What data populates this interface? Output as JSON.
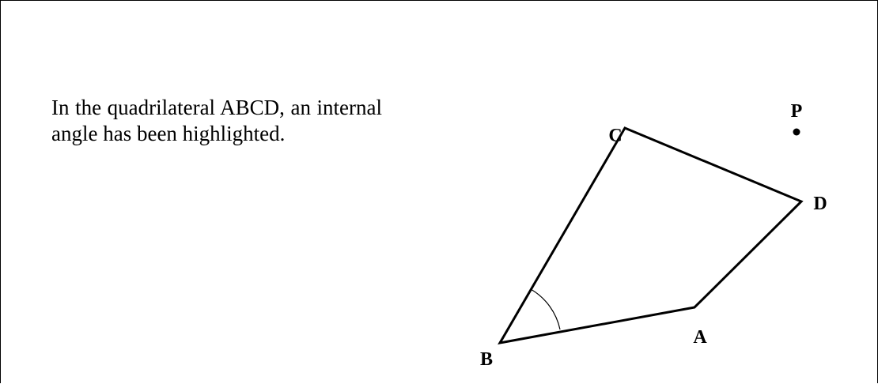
{
  "statement": "In the quadrilateral ABCD, an internal angle has been highlighted.",
  "figure": {
    "vertices": {
      "A": "A",
      "B": "B",
      "C": "C",
      "D": "D"
    },
    "point": "P",
    "highlighted_angle": "B",
    "stroke_color": "#000000"
  }
}
